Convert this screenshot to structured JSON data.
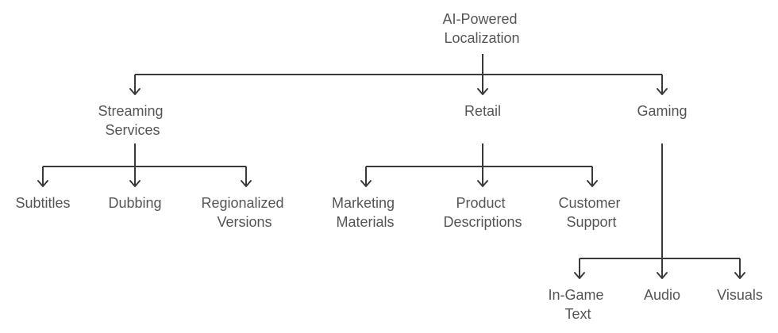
{
  "root": {
    "lines": [
      "AI-Powered",
      "Localization"
    ]
  },
  "branches": [
    {
      "label": [
        "Streaming",
        "Services"
      ],
      "children": [
        {
          "label": [
            "Subtitles"
          ]
        },
        {
          "label": [
            "Dubbing"
          ]
        },
        {
          "label": [
            "Regionalized",
            "Versions"
          ]
        }
      ]
    },
    {
      "label": [
        "Retail"
      ],
      "children": [
        {
          "label": [
            "Marketing",
            "Materials"
          ]
        },
        {
          "label": [
            "Product",
            "Descriptions"
          ]
        },
        {
          "label": [
            "Customer",
            "Support"
          ]
        }
      ]
    },
    {
      "label": [
        "Gaming"
      ],
      "children": [
        {
          "label": [
            "In-Game",
            "Text"
          ]
        },
        {
          "label": [
            "Audio"
          ]
        },
        {
          "label": [
            "Visuals"
          ]
        }
      ]
    }
  ],
  "colors": {
    "line": "#3a3a3a",
    "text": "#555555"
  }
}
